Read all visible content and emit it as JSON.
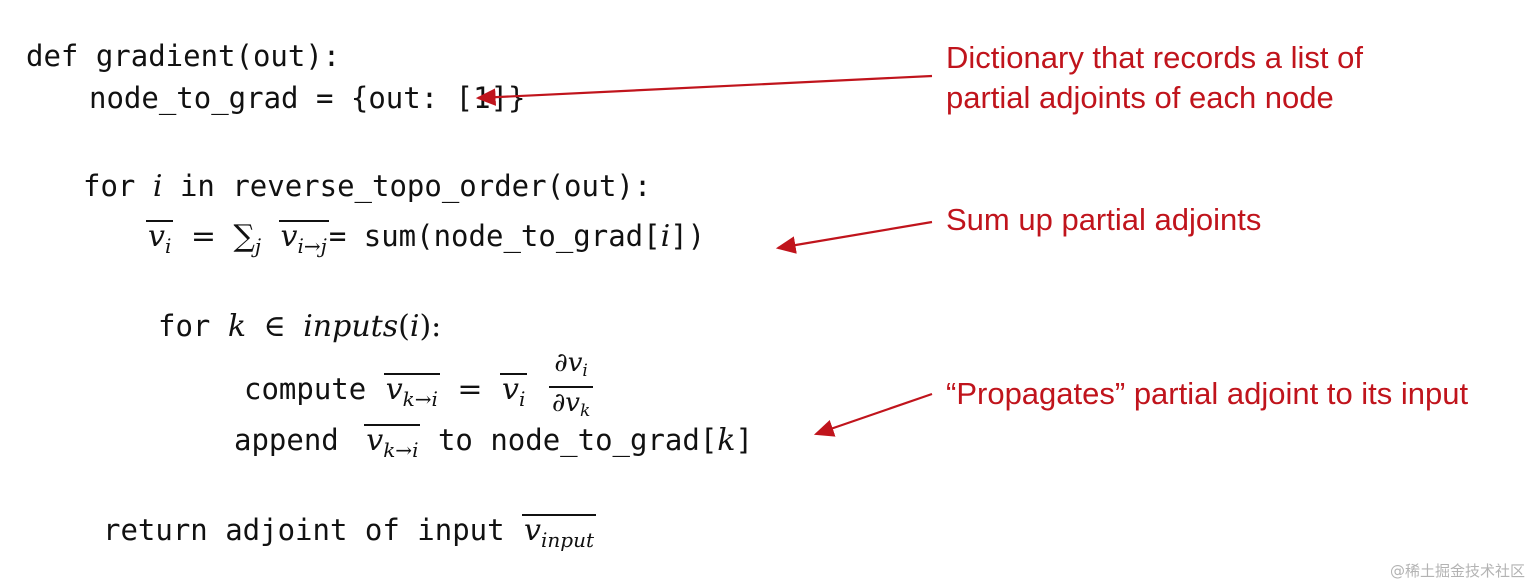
{
  "code": {
    "line1": "def gradient(out):",
    "line2": "node_to_grad = {out: [1]}",
    "line3_for": "for",
    "line3_var": "i",
    "line3_rest": "in reverse_topo_order(out):",
    "line4_vbar": "v",
    "line4_sub_i": "i",
    "line4_eq": "=",
    "line4_sum": "∑",
    "line4_sum_sub": "j",
    "line4_vbar2_sub": "i→j",
    "line4_tail": "= sum(node_to_grad[",
    "line4_tail_var": "i",
    "line4_tail_end": "])",
    "line5_for": "for",
    "line5_var": "k",
    "line5_in": "∈",
    "line5_inputs": "inputs",
    "line5_paren": "(",
    "line5_i": "i",
    "line5_close": "):",
    "line6_compute": "compute",
    "line6_sub_ki": "k→i",
    "line6_eq": "=",
    "line6_num_sub": "i",
    "line6_den_sub": "k",
    "line6_partial": "∂v",
    "line7_append": "append",
    "line7_to": "to node_to_grad[",
    "line7_k": "k",
    "line7_end": "]",
    "line8_return": "return adjoint of input",
    "line8_sub": "input"
  },
  "annotations": {
    "note1_line1": "Dictionary that records a list of",
    "note1_line2": "partial adjoints of each node",
    "note2": "Sum up partial adjoints",
    "note3": "“Propagates” partial adjoint to its input"
  },
  "colors": {
    "annotation": "#c0141c",
    "text": "#111111"
  },
  "watermark": "@稀土掘金技术社区"
}
